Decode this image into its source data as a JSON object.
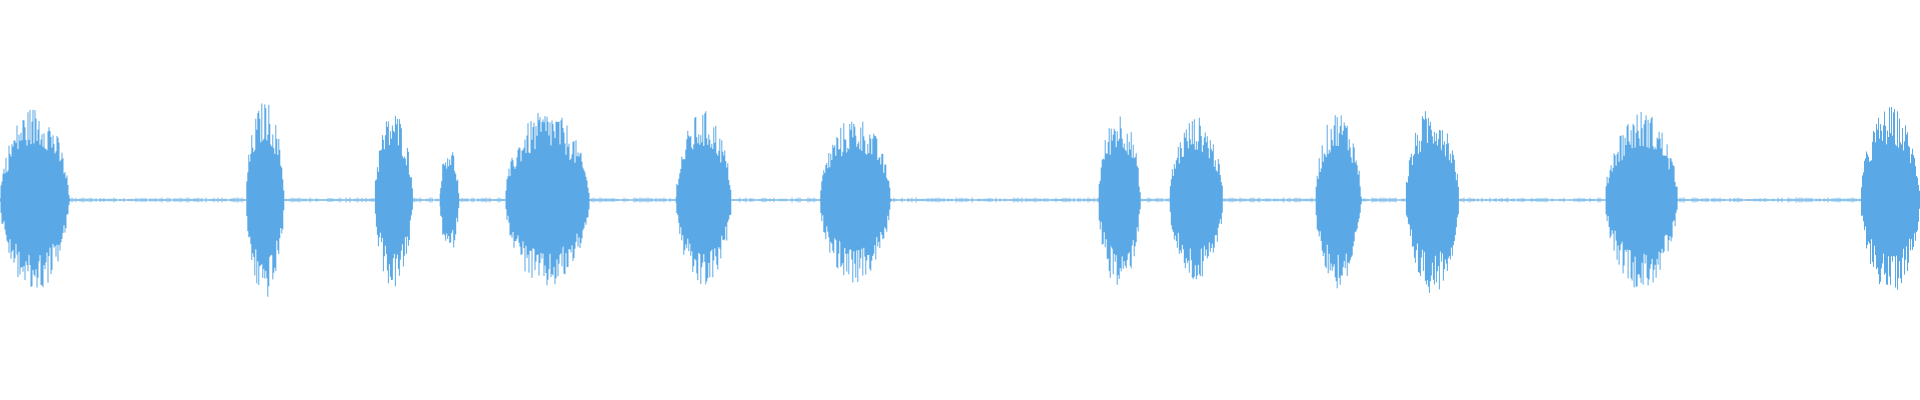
{
  "waveform": {
    "color": "#5aa9e6",
    "background": "#ffffff",
    "segments": [
      {
        "start": 0.0,
        "end": 0.036,
        "amplitude": 0.47
      },
      {
        "start": 0.128,
        "end": 0.148,
        "amplitude": 0.5
      },
      {
        "start": 0.195,
        "end": 0.215,
        "amplitude": 0.45
      },
      {
        "start": 0.229,
        "end": 0.239,
        "amplitude": 0.28
      },
      {
        "start": 0.263,
        "end": 0.307,
        "amplitude": 0.45
      },
      {
        "start": 0.352,
        "end": 0.381,
        "amplitude": 0.45
      },
      {
        "start": 0.427,
        "end": 0.464,
        "amplitude": 0.42
      },
      {
        "start": 0.572,
        "end": 0.594,
        "amplitude": 0.45
      },
      {
        "start": 0.609,
        "end": 0.637,
        "amplitude": 0.42
      },
      {
        "start": 0.685,
        "end": 0.709,
        "amplitude": 0.45
      },
      {
        "start": 0.732,
        "end": 0.76,
        "amplitude": 0.47
      },
      {
        "start": 0.836,
        "end": 0.874,
        "amplitude": 0.45
      },
      {
        "start": 0.969,
        "end": 1.0,
        "amplitude": 0.47
      }
    ],
    "noise_floor": 0.01
  }
}
